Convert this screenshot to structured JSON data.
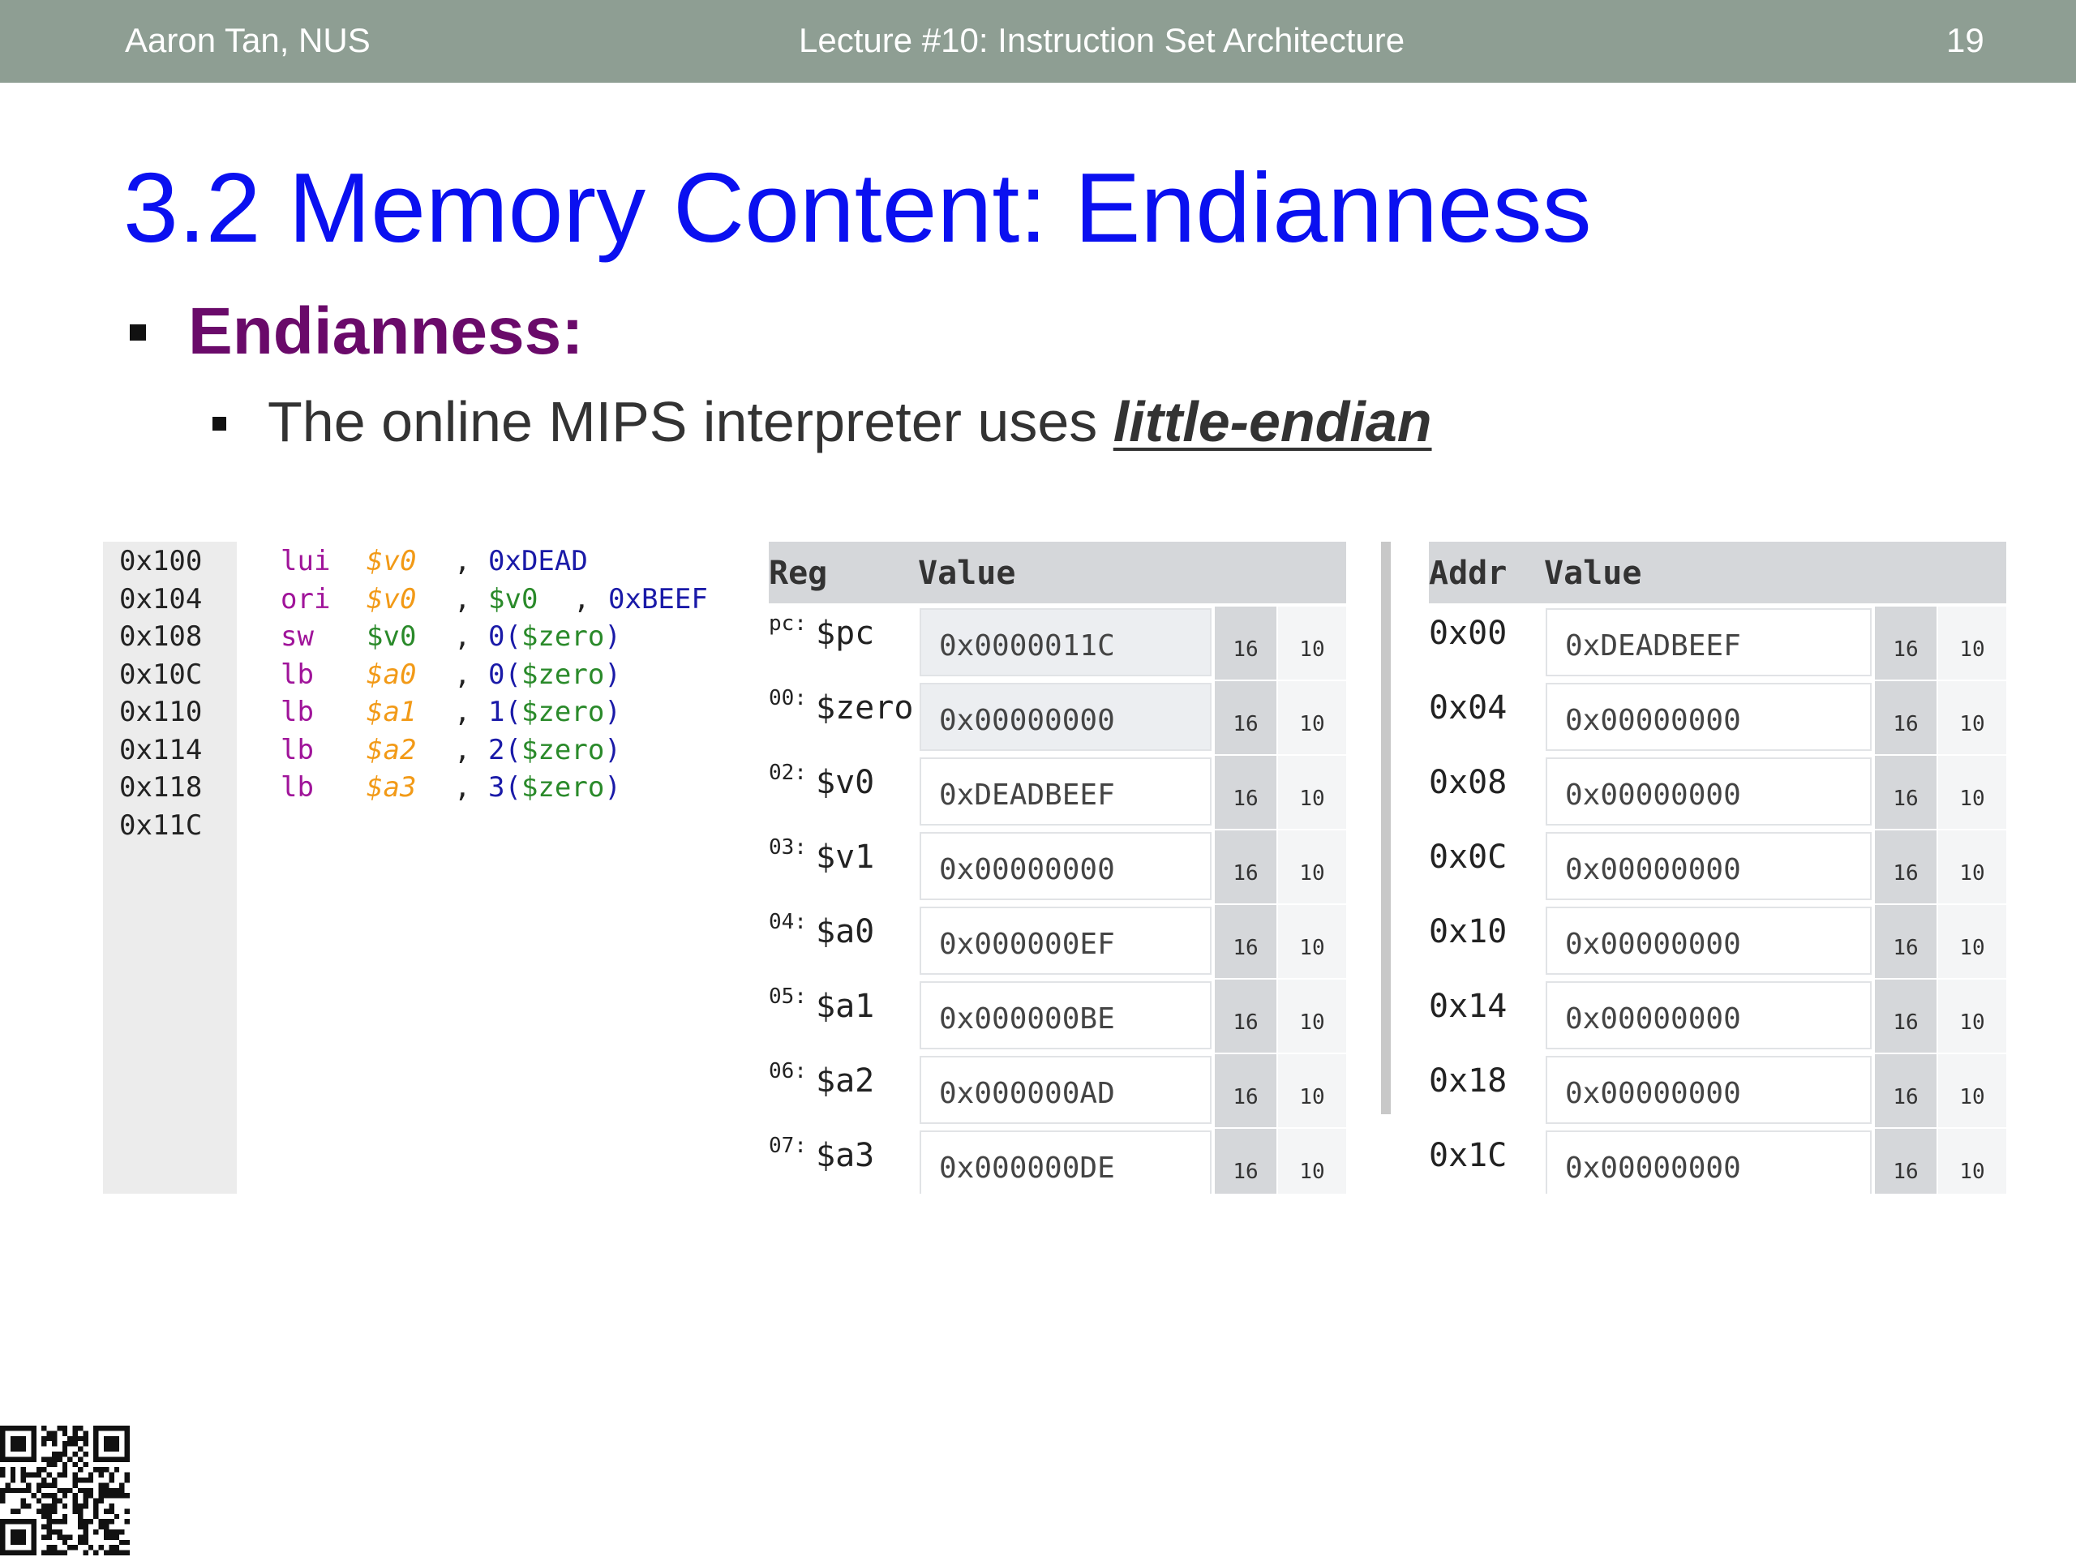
{
  "header": {
    "author": "Aaron Tan, NUS",
    "lecture": "Lecture #10: Instruction Set Architecture",
    "page_number": "19"
  },
  "title": "3.2 Memory Content: Endianness",
  "bullet1": "Endianness:",
  "bullet2": {
    "text": "The online MIPS interpreter uses ",
    "emphasis": "little-endian"
  },
  "code": [
    {
      "addr": "0x100",
      "op": "lui",
      "r1": "$v0",
      "comma1": ",",
      "arg": "0xDEAD",
      "comma2": "",
      "arg2": ""
    },
    {
      "addr": "0x104",
      "op": "ori",
      "r1": "$v0",
      "comma1": ",",
      "arg": "$v0",
      "comma2": ",",
      "arg2": "0xBEEF"
    },
    {
      "addr": "0x108",
      "op": "sw",
      "r1": "$v0",
      "comma1": ",",
      "arg": "0($zero)",
      "comma2": "",
      "arg2": ""
    },
    {
      "addr": "0x10C",
      "op": "lb",
      "r1": "$a0",
      "comma1": ",",
      "arg": "0($zero)",
      "comma2": "",
      "arg2": ""
    },
    {
      "addr": "0x110",
      "op": "lb",
      "r1": "$a1",
      "comma1": ",",
      "arg": "1($zero)",
      "comma2": "",
      "arg2": ""
    },
    {
      "addr": "0x114",
      "op": "lb",
      "r1": "$a2",
      "comma1": ",",
      "arg": "2($zero)",
      "comma2": "",
      "arg2": ""
    },
    {
      "addr": "0x118",
      "op": "lb",
      "r1": "$a3",
      "comma1": ",",
      "arg": "3($zero)",
      "comma2": "",
      "arg2": ""
    },
    {
      "addr": "0x11C",
      "op": "",
      "r1": "",
      "comma1": "",
      "arg": "",
      "comma2": "",
      "arg2": ""
    }
  ],
  "registers": {
    "header_name": "Reg",
    "header_value": "Value",
    "rows": [
      {
        "idx": "pc:",
        "name": "$pc",
        "value": "0x0000011C",
        "base16": "16",
        "base10": "10"
      },
      {
        "idx": "00:",
        "name": "$zero",
        "value": "0x00000000",
        "base16": "16",
        "base10": "10"
      },
      {
        "idx": "02:",
        "name": "$v0",
        "value": "0xDEADBEEF",
        "base16": "16",
        "base10": "10"
      },
      {
        "idx": "03:",
        "name": "$v1",
        "value": "0x00000000",
        "base16": "16",
        "base10": "10"
      },
      {
        "idx": "04:",
        "name": "$a0",
        "value": "0x000000EF",
        "base16": "16",
        "base10": "10"
      },
      {
        "idx": "05:",
        "name": "$a1",
        "value": "0x000000BE",
        "base16": "16",
        "base10": "10"
      },
      {
        "idx": "06:",
        "name": "$a2",
        "value": "0x000000AD",
        "base16": "16",
        "base10": "10"
      },
      {
        "idx": "07:",
        "name": "$a3",
        "value": "0x000000DE",
        "base16": "16",
        "base10": "10"
      }
    ]
  },
  "memory": {
    "header_name": "Addr",
    "header_value": "Value",
    "rows": [
      {
        "addr": "0x00",
        "value": "0xDEADBEEF",
        "base16": "16",
        "base10": "10"
      },
      {
        "addr": "0x04",
        "value": "0x00000000",
        "base16": "16",
        "base10": "10"
      },
      {
        "addr": "0x08",
        "value": "0x00000000",
        "base16": "16",
        "base10": "10"
      },
      {
        "addr": "0x0C",
        "value": "0x00000000",
        "base16": "16",
        "base10": "10"
      },
      {
        "addr": "0x10",
        "value": "0x00000000",
        "base16": "16",
        "base10": "10"
      },
      {
        "addr": "0x14",
        "value": "0x00000000",
        "base16": "16",
        "base10": "10"
      },
      {
        "addr": "0x18",
        "value": "0x00000000",
        "base16": "16",
        "base10": "10"
      },
      {
        "addr": "0x1C",
        "value": "0x00000000",
        "base16": "16",
        "base10": "10"
      }
    ]
  },
  "colors": {
    "header_bg": "#8e9e93",
    "title": "#0a10f0",
    "bullet_heading": "#6a0a6a",
    "opcode": "#a0149a",
    "register_arg": "#f29a17",
    "immediate": "#1a1aa8",
    "zero_register": "#2a8a2a"
  },
  "icons": {
    "qr": "qr-code-icon"
  }
}
